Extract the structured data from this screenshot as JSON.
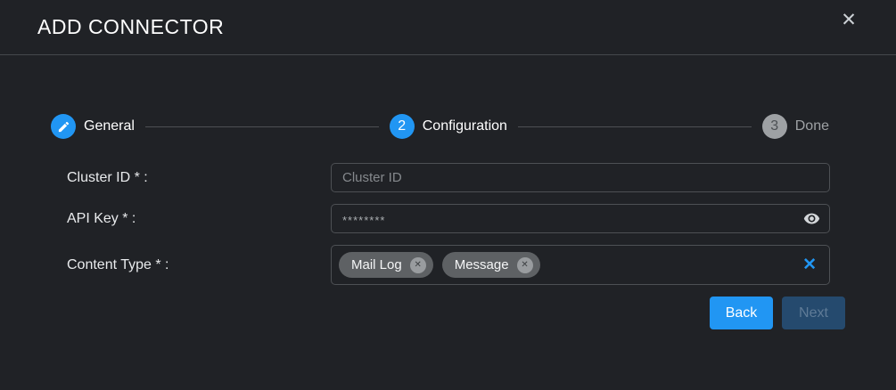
{
  "header": {
    "title": "ADD CONNECTOR",
    "close_icon": "✕"
  },
  "stepper": {
    "steps": [
      {
        "label": "General",
        "icon": "pencil-edit-icon",
        "state": "completed"
      },
      {
        "label": "Configuration",
        "number": "2",
        "state": "active"
      },
      {
        "label": "Done",
        "number": "3",
        "state": "pending"
      }
    ]
  },
  "form": {
    "fields": [
      {
        "label": "Cluster ID * :",
        "placeholder": "Cluster ID",
        "value": ""
      },
      {
        "label": "API Key * :",
        "value": "********",
        "masked": true,
        "icon": "eye-icon"
      },
      {
        "label": "Content Type * :",
        "chips": [
          "Mail Log",
          "Message"
        ],
        "chip_remove_icon": "✕",
        "clear_icon": "✕"
      }
    ]
  },
  "buttons": {
    "back": "Back",
    "next": "Next",
    "next_disabled": true
  },
  "colors": {
    "accent": "#2196f3",
    "background": "#202226",
    "pending_gray": "#9ea1a4",
    "chip_gray": "#5e6164"
  }
}
